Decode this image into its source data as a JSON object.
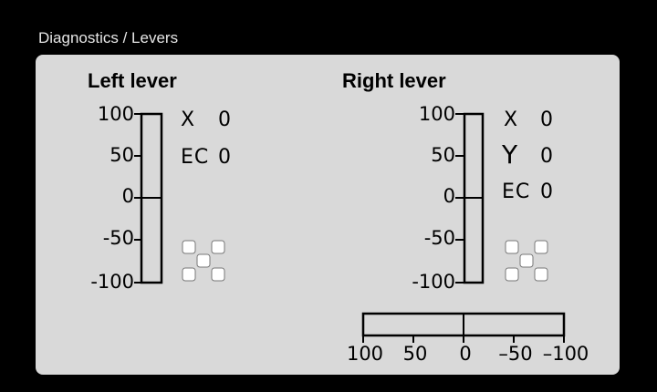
{
  "breadcrumb": "Diagnostics / Levers",
  "left": {
    "title": "Left lever",
    "ticks": [
      "100",
      "50",
      "0",
      "-50",
      "-100"
    ],
    "x_label": "X",
    "x_value": "0",
    "ec_label": "EC",
    "ec_value": "0",
    "icon": "checker-grid-icon"
  },
  "right": {
    "title": "Right lever",
    "ticks": [
      "100",
      "50",
      "0",
      "-50",
      "-100"
    ],
    "x_label": "X",
    "x_value": "0",
    "y_label": "Y",
    "y_value": "0",
    "ec_label": "EC",
    "ec_value": "0",
    "icon": "checker-grid-icon",
    "h_ticks": [
      "100",
      "50",
      "0",
      "–50",
      "–100"
    ]
  },
  "colors": {
    "background": "#000000",
    "panel": "#d9d9d9",
    "ink": "#000000",
    "icon_fill": "#ffffff"
  }
}
